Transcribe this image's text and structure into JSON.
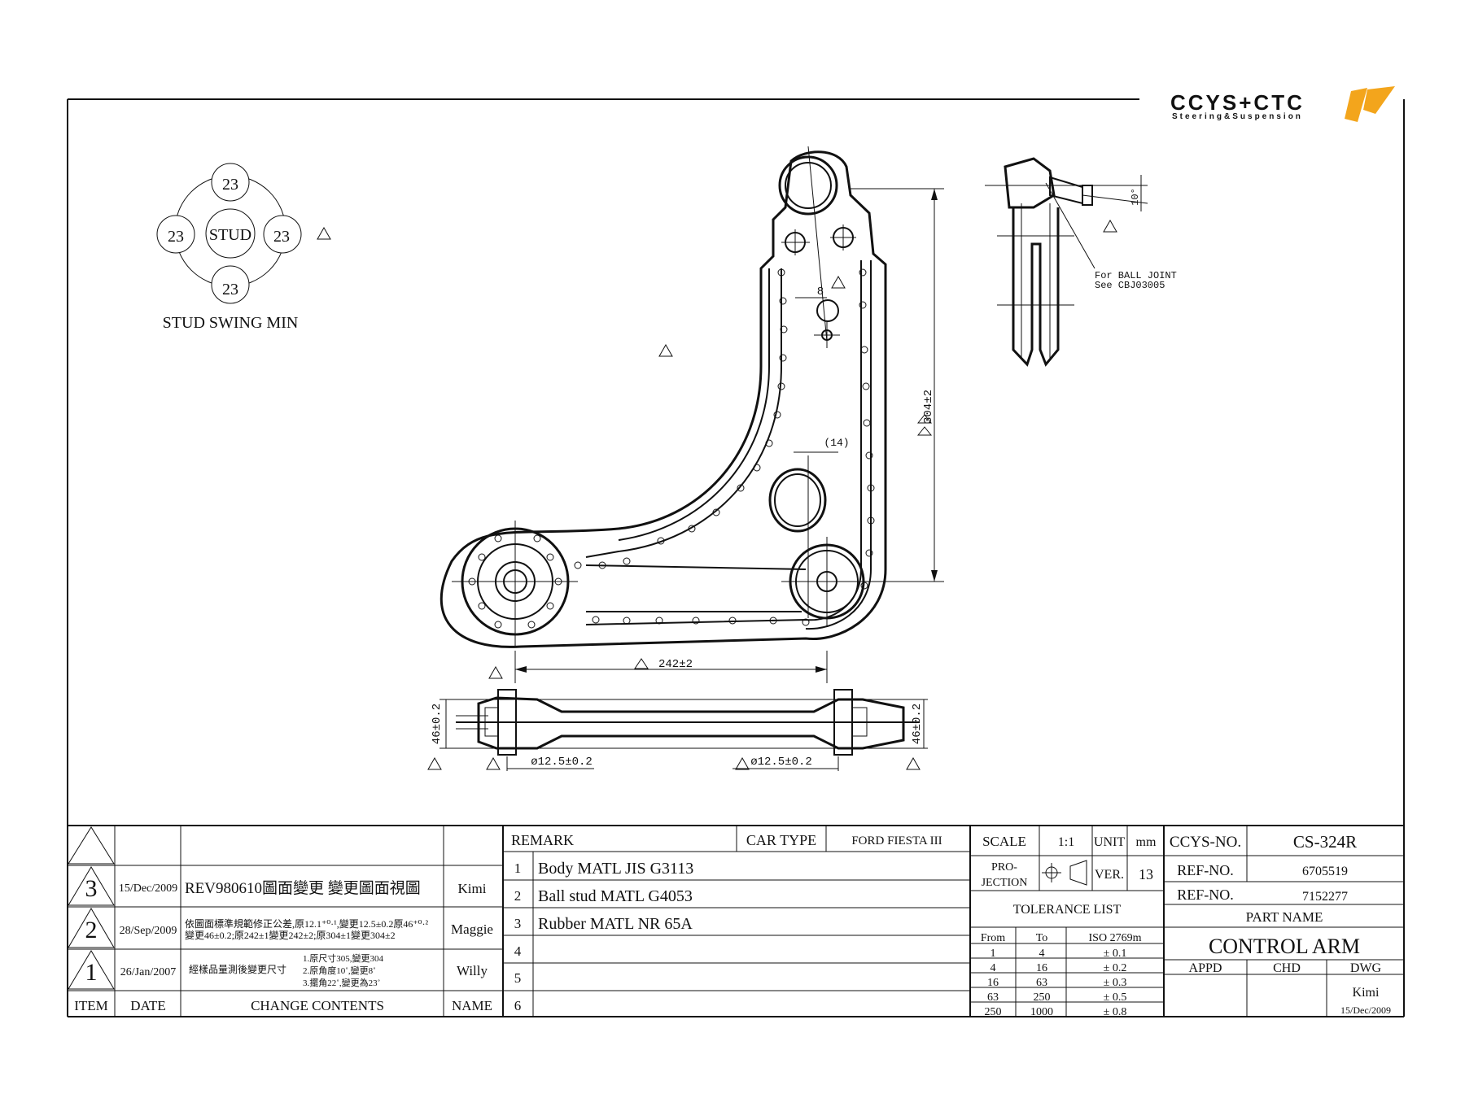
{
  "logo": {
    "brand": "CCYS+CTC",
    "tagline": "Steering&Suspension",
    "accent_color": "#f3a51c"
  },
  "stud_swing": {
    "center_label": "STUD",
    "angles": [
      "23",
      "23",
      "23",
      "23"
    ],
    "caption": "STUD SWING MIN"
  },
  "dimensions": {
    "height": "304±2",
    "width": "242±2",
    "thickness_left": "46±0.2",
    "thickness_right": "46±0.2",
    "bore_left": "ø12.5±0.2",
    "bore_right": "ø12.5±0.2",
    "offset": "8",
    "hole": "(14)",
    "angle": "10°"
  },
  "ball_joint_note": [
    "For BALL JOINT",
    "See CBJ03005"
  ],
  "title_block": {
    "revisions": [
      {
        "item": "3",
        "date": "15/Dec/2009",
        "content": "REV980610圖面變更 變更圖面視圖",
        "name": "Kimi"
      },
      {
        "item": "2",
        "date": "28/Sep/2009",
        "content_line1": "依圖面標準規範修正公差,原12.1⁺⁰·¹,變更12.5±0.2原46⁺⁰·²",
        "content_line2": "變更46±0.2;原242±1變更242±2;原304±1變更304±2",
        "name": "Maggie"
      },
      {
        "item": "1",
        "date": "26/Jan/2007",
        "content_left": "經樣品量測後變更尺寸",
        "content_line1": "1.原尺寸305,變更304",
        "content_line2": "2.原角度10˚,變更8˚",
        "content_line3": "3.擺角22˚,變更為23˚",
        "name": "Willy"
      }
    ],
    "headers": {
      "item": "ITEM",
      "date": "DATE",
      "change": "CHANGE CONTENTS",
      "name": "NAME"
    },
    "remark_label": "REMARK",
    "car_type_label": "CAR TYPE",
    "car_type": "FORD FIESTA III",
    "remarks": [
      {
        "no": "1",
        "text": "Body MATL JIS G3113"
      },
      {
        "no": "2",
        "text": "Ball stud MATL G4053"
      },
      {
        "no": "3",
        "text": "Rubber MATL NR 65A"
      },
      {
        "no": "4",
        "text": ""
      },
      {
        "no": "5",
        "text": ""
      },
      {
        "no": "6",
        "text": ""
      }
    ],
    "scale_label": "SCALE",
    "scale": "1:1",
    "unit_label": "UNIT",
    "unit": "mm",
    "projection_label_1": "PRO-",
    "projection_label_2": "JECTION",
    "ver_label": "VER.",
    "ver": "13",
    "tolerance_title": "TOLERANCE LIST",
    "tolerance_headers": {
      "from": "From",
      "to": "To",
      "iso": "ISO 2769m"
    },
    "tolerances": [
      {
        "from": "1",
        "to": "4",
        "tol": "± 0.1"
      },
      {
        "from": "4",
        "to": "16",
        "tol": "± 0.2"
      },
      {
        "from": "16",
        "to": "63",
        "tol": "± 0.3"
      },
      {
        "from": "63",
        "to": "250",
        "tol": "± 0.5"
      },
      {
        "from": "250",
        "to": "1000",
        "tol": "± 0.8"
      }
    ],
    "ccys_no_label": "CCYS-NO.",
    "ccys_no": "CS-324R",
    "ref_no_label": "REF-NO.",
    "ref_no_1": "6705519",
    "ref_no_2": "7152277",
    "part_name_label": "PART NAME",
    "part_name": "CONTROL ARM",
    "appd_label": "APPD",
    "chd_label": "CHD",
    "dwg_label": "DWG",
    "dwg_name": "Kimi",
    "dwg_date": "15/Dec/2009"
  },
  "rev_marker": "3"
}
